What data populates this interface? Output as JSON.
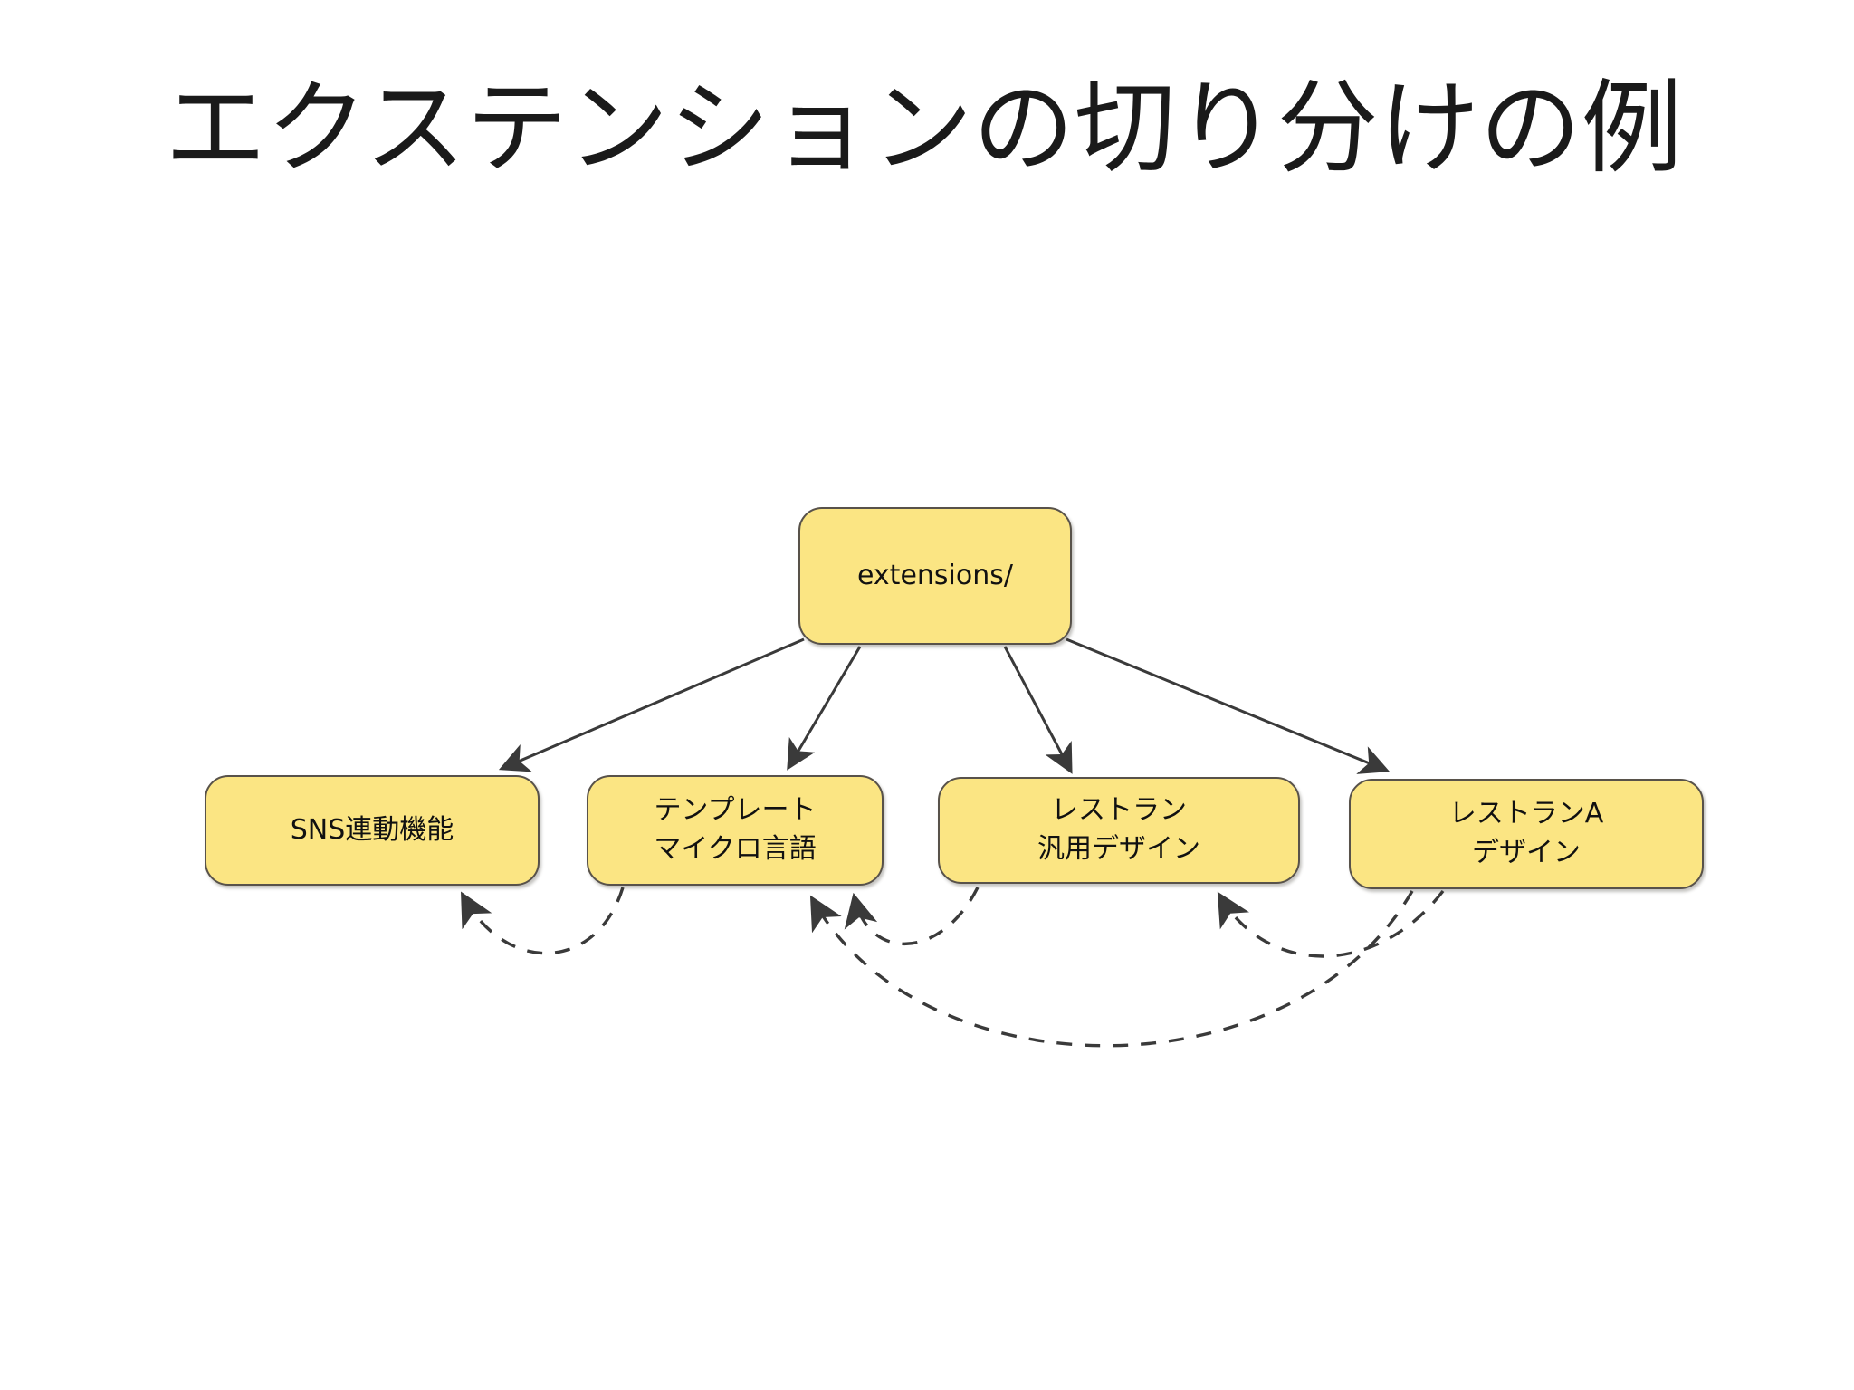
{
  "slide": {
    "title": "エクステンションの切り分けの例",
    "background_color": "#ffffff",
    "title_color": "#1a1a1a"
  },
  "diagram": {
    "node_fill_color": "#fbe583",
    "node_border_color": "#58524a",
    "edge_color": "#3a3a3a",
    "nodes": [
      {
        "id": "root",
        "label": "extensions/"
      },
      {
        "id": "sns",
        "label": "SNS連動機能"
      },
      {
        "id": "template",
        "label": "テンプレート\nマイクロ言語"
      },
      {
        "id": "restaurant_generic",
        "label": "レストラン\n汎用デザイン"
      },
      {
        "id": "restaurant_a",
        "label": "レストランA\nデザイン"
      }
    ],
    "edges": [
      {
        "from": "root",
        "to": "sns",
        "style": "solid"
      },
      {
        "from": "root",
        "to": "template",
        "style": "solid"
      },
      {
        "from": "root",
        "to": "restaurant_generic",
        "style": "solid"
      },
      {
        "from": "root",
        "to": "restaurant_a",
        "style": "solid"
      },
      {
        "from": "template",
        "to": "sns",
        "style": "dashed"
      },
      {
        "from": "restaurant_generic",
        "to": "template",
        "style": "dashed"
      },
      {
        "from": "restaurant_a",
        "to": "template",
        "style": "dashed"
      },
      {
        "from": "restaurant_a",
        "to": "restaurant_generic",
        "style": "dashed"
      }
    ]
  }
}
